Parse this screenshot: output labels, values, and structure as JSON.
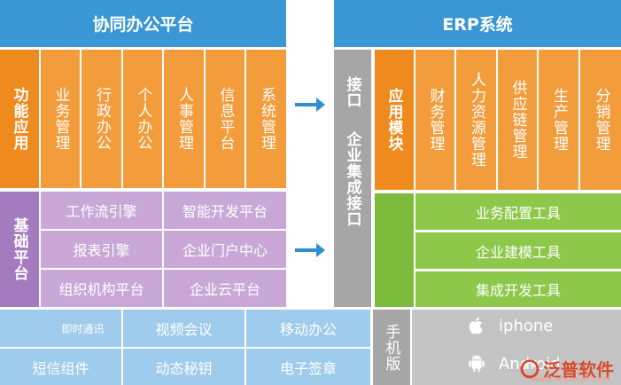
{
  "left_header": "协同办公平台",
  "right_header": "ERP系统",
  "function_label": "功能应用",
  "function_items": [
    "业务管理",
    "行政办公",
    "个人办公",
    "人事管理",
    "信息平台",
    "系统管理"
  ],
  "base_label": "基础平台",
  "base_items": [
    [
      "工作流引擎",
      "智能开发平台"
    ],
    [
      "报表引擎",
      "企业门户中心"
    ],
    [
      "组织机构平台",
      "企业云平台"
    ]
  ],
  "interface_label_top": "接口",
  "interface_label_bottom": "企业集成接口",
  "module_label": "应用模块",
  "module_items": [
    "财务管理",
    "人力资源管理",
    "供应链管理",
    "生产管理",
    "分销管理"
  ],
  "tools": [
    "业务配置工具",
    "企业建模工具",
    "集成开发工具"
  ],
  "bottom_items": [
    [
      "即时通讯",
      "视频会议",
      "移动办公"
    ],
    [
      "短信组件",
      "动态秘钥",
      "电子签章"
    ]
  ],
  "mobile_label": "手机版",
  "apps": [
    {
      "label": "iphone",
      "icon": "apple-icon"
    },
    {
      "label": "Android",
      "icon": "android-icon"
    }
  ],
  "watermark": "泛普软件",
  "watermark_url": "www.fanpusoft.com",
  "colors": {
    "header_blue": "#3a97d4",
    "orange": "#f29c3c",
    "purple": "#c9a8d8",
    "green": "#8dc84b",
    "light_blue": "#9fcbec",
    "gray": "#a6a6a6",
    "arrow_blue": "#2d8fd1"
  }
}
